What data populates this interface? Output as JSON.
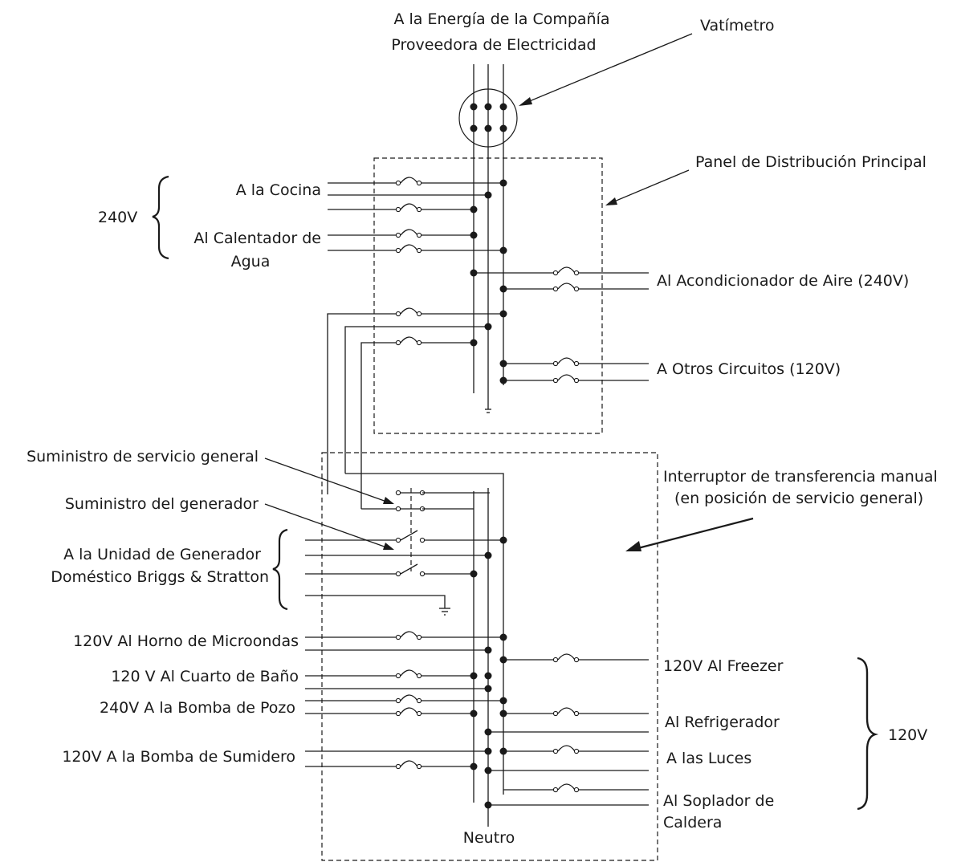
{
  "labels": {
    "utility": [
      "A la Energía de la Compañía",
      "Proveedora de Electricidad"
    ],
    "meter": "Vatímetro",
    "main_panel": "Panel de Distribución Principal",
    "v240_bracket": "240V",
    "cocina": "A la Cocina",
    "calentador": [
      "Al Calentador de",
      "Agua"
    ],
    "acondicionador": "Al Acondicionador de Aire (240V)",
    "otros": "A Otros Circuitos (120V)",
    "servicio_general": "Suministro de servicio general",
    "generador_supply": "Suministro del generador",
    "transfer_switch": [
      "Interruptor de transferencia manual",
      "(en posición de servicio general)"
    ],
    "unidad_generador": [
      "A la Unidad de Generador",
      "Doméstico Briggs & Stratton"
    ],
    "microondas": "120V Al Horno de Microondas",
    "bano": "120 V Al Cuarto de Baño",
    "bomba_pozo": "240V A la Bomba de Pozo",
    "bomba_sumidero": "120V A la Bomba de Sumidero",
    "freezer": "120V Al Freezer",
    "refrigerador": "Al Refrigerador",
    "luces": "A las Luces",
    "soplador": [
      "Al Soplador de",
      "Caldera"
    ],
    "v120_bracket": "120V",
    "neutro": "Neutro"
  }
}
